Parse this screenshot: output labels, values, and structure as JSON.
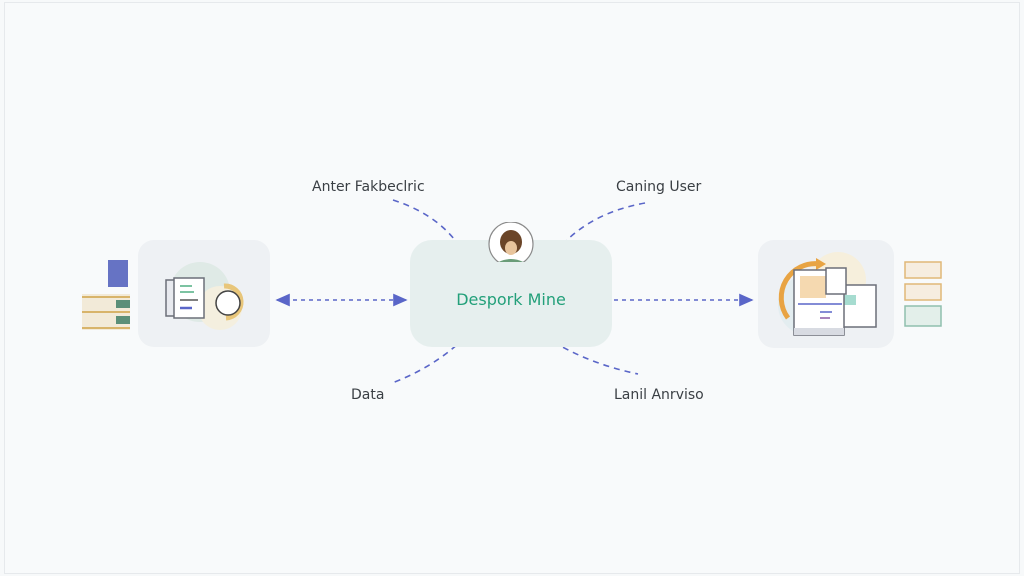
{
  "labels": {
    "top_left": "Anter Fakbeclric",
    "top_right": "Caning User",
    "bottom_left": "Data",
    "bottom_right": "Lanil Anrviso"
  },
  "center_node": {
    "title": "Despork Mine",
    "icon": "user-avatar-icon"
  },
  "left_node": {
    "icon": "document-user-icon"
  },
  "right_node": {
    "icon": "document-sync-icon"
  },
  "colors": {
    "connector": "#5a66c8",
    "center_text": "#23a07a",
    "accent_orange": "#e8a443"
  }
}
